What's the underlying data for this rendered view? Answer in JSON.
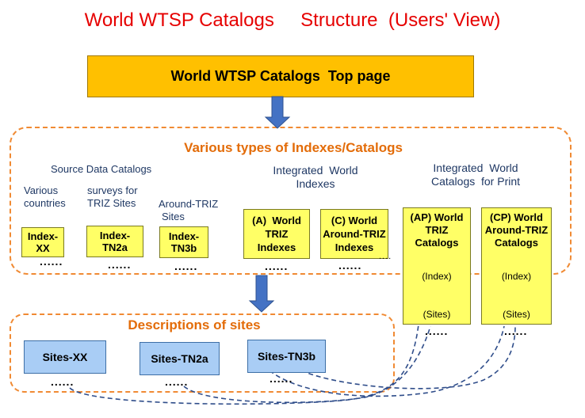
{
  "title": "World WTSP Catalogs     Structure  (Users' View)",
  "top_page": "World WTSP Catalogs  Top page",
  "indexes_region_title": "Various types of Indexes/Catalogs",
  "sites_region_title": "Descriptions of sites",
  "source_data_label": "Source Data Catalogs",
  "integrated_indexes_label": [
    "Integrated  World",
    "Indexes"
  ],
  "integrated_print_label": [
    "Integrated  World",
    "Catalogs  for Print"
  ],
  "source_columns": [
    {
      "caption": [
        "Various",
        "countries"
      ],
      "box": [
        "Index-",
        "XX"
      ]
    },
    {
      "caption": [
        "surveys for",
        "TRIZ Sites"
      ],
      "box": [
        "Index-",
        "TN2a"
      ]
    },
    {
      "caption": [
        "Around-TRIZ",
        "Sites"
      ],
      "box": [
        "Index-",
        "TN3b"
      ]
    }
  ],
  "world_indexes": [
    [
      "(A)  World",
      "TRIZ",
      "Indexes"
    ],
    [
      "(C) World",
      "Around-TRIZ",
      "Indexes"
    ]
  ],
  "print_catalogs": [
    {
      "title": [
        "(AP) World",
        "TRIZ",
        "Catalogs"
      ],
      "index_label": "(Index)",
      "sites_label": "(Sites)"
    },
    {
      "title": [
        "(CP) World",
        "Around-TRIZ",
        "Catalogs"
      ],
      "index_label": "(Index)",
      "sites_label": "(Sites)"
    }
  ],
  "sites": [
    "Sites-XX",
    "Sites-TN2a",
    "Sites-TN3b"
  ],
  "ellipsis": "......",
  "small_ellipsis": "....",
  "colors": {
    "title": "#e60000",
    "top_page_fill": "#ffc000",
    "region_border": "#f08a33",
    "region_title": "#e36c09",
    "yellow_box": "#ffff66",
    "blue_box": "#a9cdf5",
    "arrow_fill": "#4472c4",
    "dashed_link": "#2f4d8a"
  }
}
